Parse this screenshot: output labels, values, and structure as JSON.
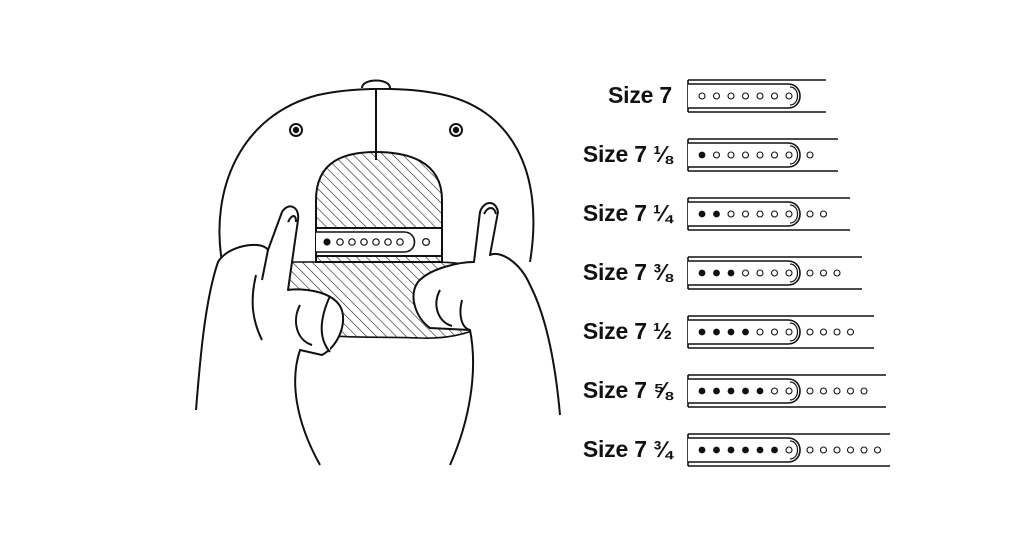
{
  "sizes": [
    {
      "label": "Size 7",
      "filled": 0
    },
    {
      "label": "Size 7 ⅛",
      "filled": 1
    },
    {
      "label": "Size 7 ¼",
      "filled": 2
    },
    {
      "label": "Size 7 ⅜",
      "filled": 3
    },
    {
      "label": "Size 7 ½",
      "filled": 4
    },
    {
      "label": "Size 7 ⅝",
      "filled": 5
    },
    {
      "label": "Size 7 ¾",
      "filled": 6
    }
  ]
}
